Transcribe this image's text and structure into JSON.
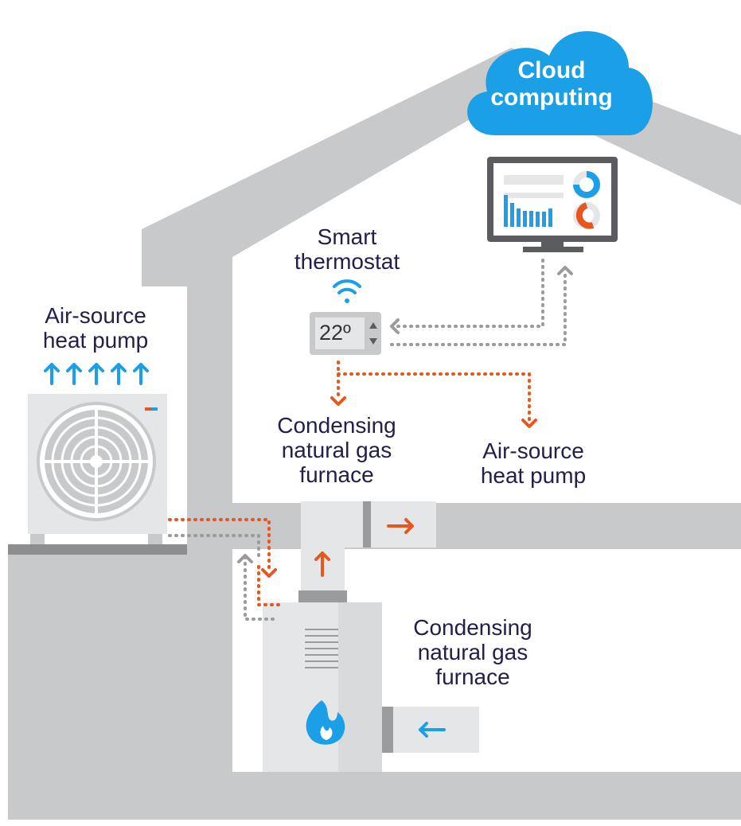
{
  "labels": {
    "cloud": [
      "Cloud",
      "computing"
    ],
    "thermostat": [
      "Smart",
      "thermostat"
    ],
    "heat_pump_left": [
      "Air-source",
      "heat pump"
    ],
    "furnace_middle": [
      "Condensing",
      "natural gas",
      "furnace"
    ],
    "heat_pump_right": [
      "Air-source",
      "heat pump"
    ],
    "furnace_bottom": [
      "Condensing",
      "natural gas",
      "furnace"
    ]
  },
  "thermostat_display": "22º",
  "colors": {
    "house_gray": "#c8c9cb",
    "light_gray": "#e5e6e7",
    "cloud_blue": "#1b9fe6",
    "accent_orange": "#e8561f",
    "dotted_gray": "#9a9b9d",
    "label_text": "#22204a"
  },
  "icons": [
    "cloud-icon",
    "monitor-icon",
    "wifi-icon",
    "fan-icon",
    "flame-icon",
    "arrow-up-icon",
    "arrow-right-icon",
    "arrow-left-icon"
  ]
}
